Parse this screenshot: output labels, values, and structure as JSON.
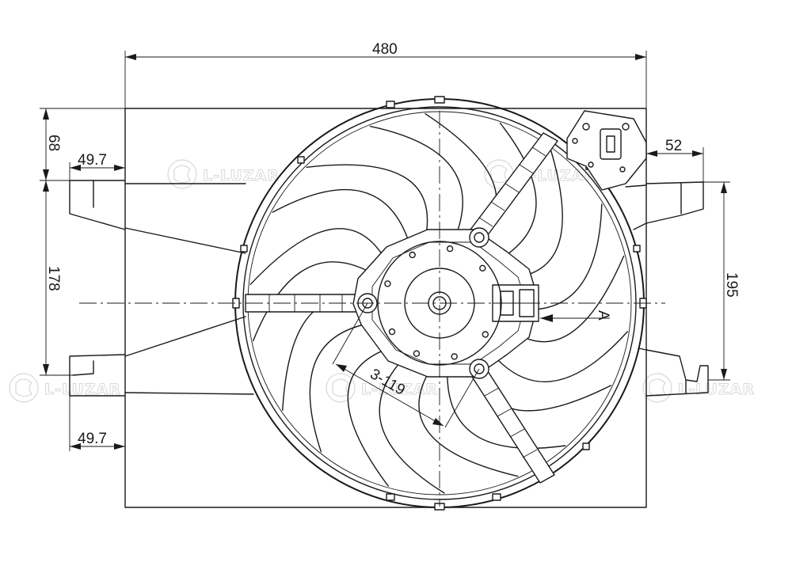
{
  "dimensions": {
    "overall_width": "480",
    "left_offset_top": "49.7",
    "left_offset_bottom": "49.7",
    "top_height": "68",
    "left_height": "178",
    "connector_offset": "52",
    "right_height": "195",
    "mount_holes": "3-119",
    "view_label": "A"
  },
  "watermark": {
    "brand": "LUZAR",
    "brand_fragment": "LUZAR"
  },
  "geometry": {
    "blade_count": 9,
    "hole_count": 3
  }
}
